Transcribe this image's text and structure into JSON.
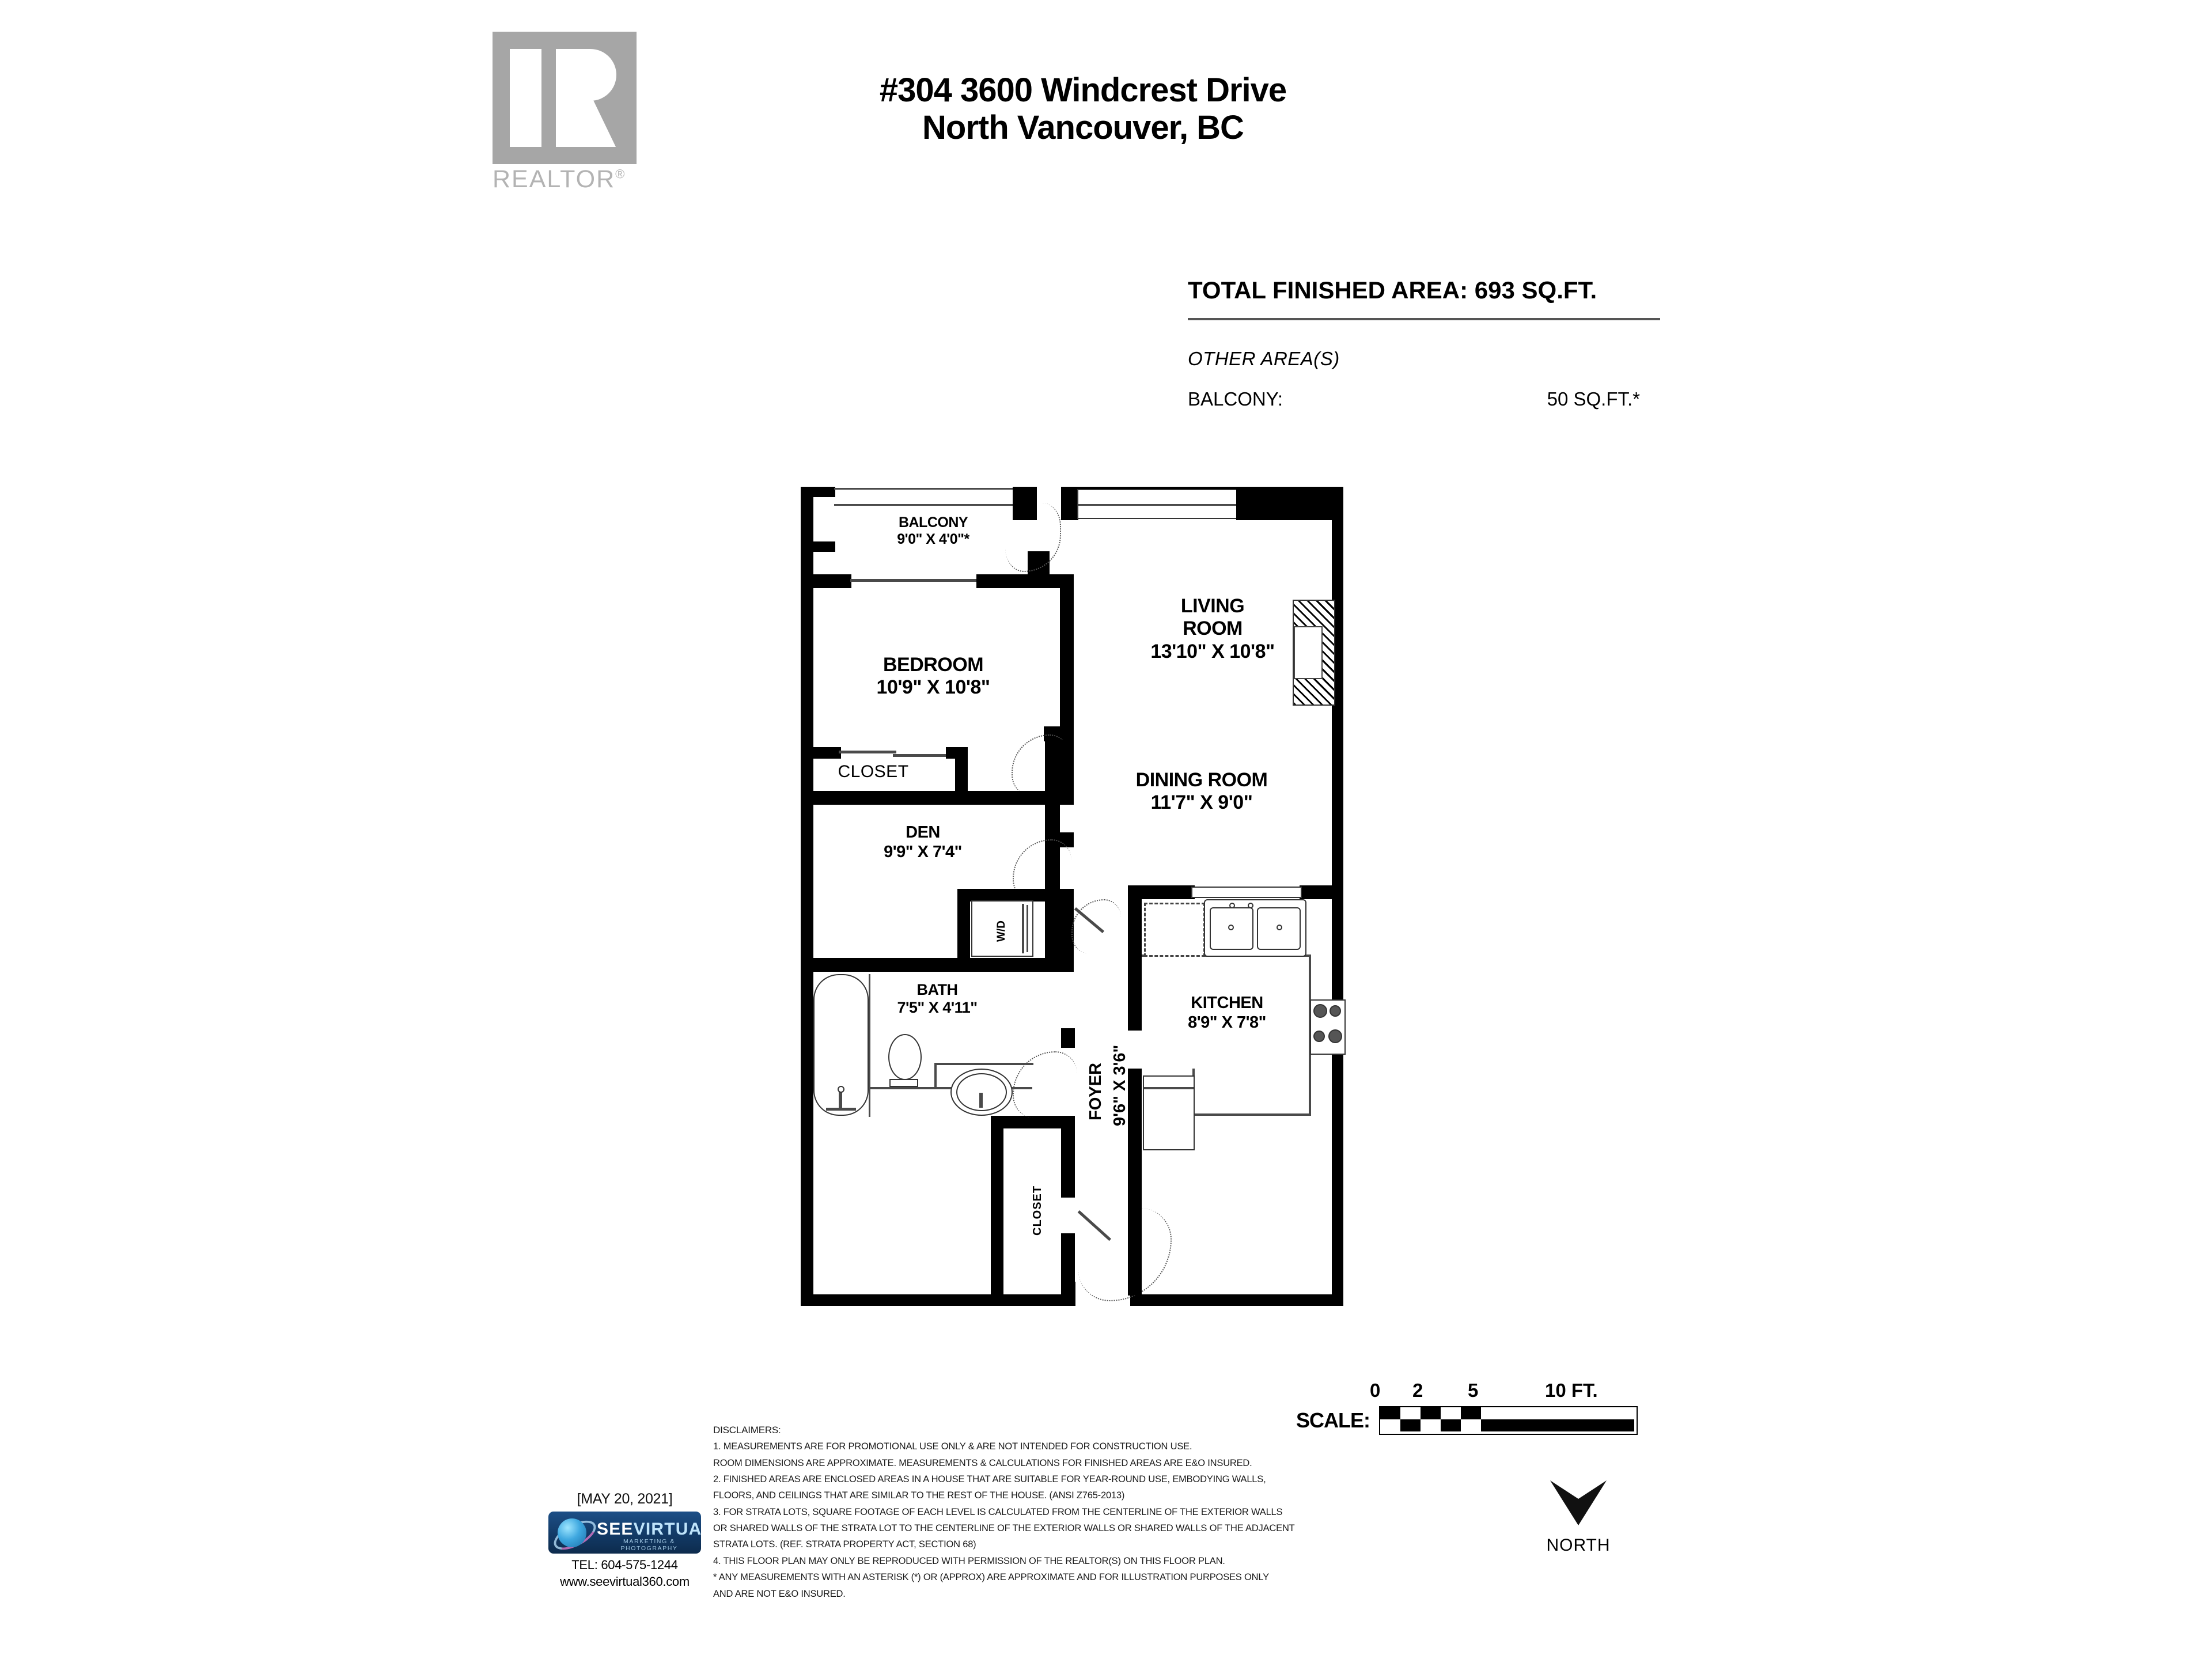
{
  "header": {
    "logo_name": "REALTOR",
    "logo_reg": "®",
    "address_line1": "#304 3600 Windcrest Drive",
    "address_line2": "North Vancouver, BC"
  },
  "area_summary": {
    "total_label": "TOTAL FINISHED AREA:  693 SQ.FT.",
    "other_heading": "OTHER AREA(S)",
    "balcony_label": "BALCONY:",
    "balcony_value": "50 SQ.FT.*"
  },
  "floorplan": {
    "rooms": [
      {
        "name": "BALCONY",
        "dim": "9'0\" X 4'0\"*"
      },
      {
        "name": "LIVING\nROOM",
        "dim": "13'10\" X 10'8\""
      },
      {
        "name": "BEDROOM",
        "dim": "10'9\" X 10'8\""
      },
      {
        "name": "DINING ROOM",
        "dim": "11'7\" X 9'0\""
      },
      {
        "name": "DEN",
        "dim": "9'9\" X 7'4\""
      },
      {
        "name": "BATH",
        "dim": "7'5\" X 4'11\""
      },
      {
        "name": "KITCHEN",
        "dim": "8'9\" X 7'8\""
      },
      {
        "name": "FOYER",
        "dim": "9'6\" X 3'6\""
      }
    ],
    "balcony_name": "BALCONY",
    "balcony_dim": "9'0\" X 4'0\"*",
    "living_name_1": "LIVING",
    "living_name_2": "ROOM",
    "living_dim": "13'10\" X 10'8\"",
    "bedroom_name": "BEDROOM",
    "bedroom_dim": "10'9\" X 10'8\"",
    "closet_bedroom": "CLOSET",
    "dining_name": "DINING ROOM",
    "dining_dim": "11'7\" X 9'0\"",
    "den_name": "DEN",
    "den_dim": "9'9\" X 7'4\"",
    "bath_name": "BATH",
    "bath_dim": "7'5\" X 4'11\"",
    "kitchen_name": "KITCHEN",
    "kitchen_dim": "8'9\" X 7'8\"",
    "foyer_name": "FOYER",
    "foyer_dim": "9'6\" X 3'6\"",
    "wd_label": "W/D",
    "closet_foyer": "CLOSET"
  },
  "disclaimers": {
    "heading": "DISCLAIMERS:",
    "lines": [
      "1. MEASUREMENTS ARE FOR PROMOTIONAL USE ONLY & ARE NOT INTENDED FOR CONSTRUCTION USE.",
      "ROOM DIMENSIONS ARE APPROXIMATE. MEASUREMENTS & CALCULATIONS FOR FINISHED AREAS ARE E&O INSURED.",
      "2. FINISHED AREAS ARE ENCLOSED AREAS IN A HOUSE THAT ARE SUITABLE FOR YEAR-ROUND USE, EMBODYING WALLS,",
      "FLOORS, AND CEILINGS THAT ARE SIMILAR TO THE REST OF THE HOUSE. (ANSI Z765-2013)",
      "3. FOR STRATA LOTS, SQUARE FOOTAGE OF EACH LEVEL IS CALCULATED FROM THE CENTERLINE OF THE EXTERIOR WALLS",
      "OR SHARED WALLS OF THE STRATA LOT TO THE CENTERLINE OF THE EXTERIOR WALLS OR SHARED WALLS OF THE ADJACENT",
      "STRATA LOTS. (REF. STRATA PROPERTY ACT, SECTION 68)",
      "4. THIS FLOOR PLAN MAY ONLY BE REPRODUCED WITH PERMISSION OF THE REALTOR(S) ON THIS FLOOR PLAN.",
      "* ANY MEASUREMENTS WITH AN ASTERISK (*) OR (APPROX) ARE APPROXIMATE AND FOR ILLUSTRATION PURPOSES ONLY",
      "AND ARE NOT E&O INSURED."
    ]
  },
  "branding": {
    "date": "[MAY 20, 2021]",
    "logo_see": "SEE",
    "logo_virtual": "VIRTUAL",
    "logo_tagline": "MARKETING & PHOTOGRAPHY",
    "tel": "TEL: 604-575-1244",
    "web": "www.seevirtual360.com"
  },
  "scale": {
    "label": "SCALE:",
    "ticks": [
      "0",
      "2",
      "5",
      "10 FT."
    ]
  },
  "north": {
    "label": "NORTH"
  },
  "colors": {
    "wall": "#000000",
    "logo_gray": "#a6a6a6",
    "rule": "#555555",
    "badge_blue": "#12426f"
  }
}
